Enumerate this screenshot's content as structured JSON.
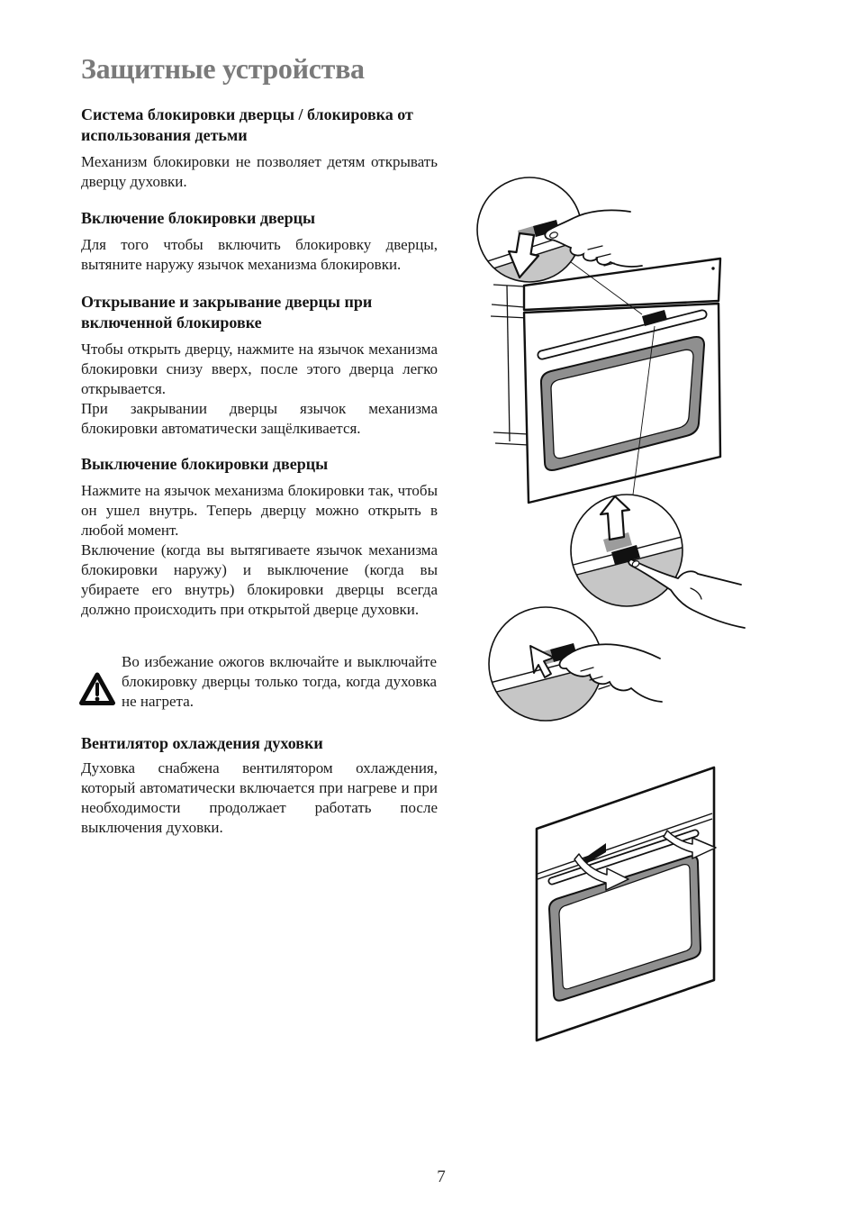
{
  "page": {
    "title": "Защитные устройства",
    "page_number": "7"
  },
  "colors": {
    "title_gray": "#7a7a7a",
    "body_text": "#1b1b1b",
    "illustration_shade": "#c6c6c6",
    "window_frame_gray": "#8f8f8f"
  },
  "icons": {
    "warning": "warning-triangle-icon"
  },
  "sections": [
    {
      "heading": "Система блокировки дверцы / блокировка от использования детьми",
      "paragraphs": [
        "Механизм блокировки не позволяет детям открывать дверцу духовки."
      ]
    },
    {
      "heading": "Включение блокировки дверцы",
      "paragraphs": [
        "Для того чтобы включить блокировку дверцы, вытяните наружу язычок механизма блокировки."
      ]
    },
    {
      "heading": "Открывание и закрывание дверцы при включенной блокировке",
      "paragraphs": [
        "Чтобы открыть дверцу, нажмите на язычок механизма блокировки снизу вверх, после этого дверца легко открывается.",
        "При закрывании дверцы язычок механизма блокировки автоматически защёлкивается."
      ]
    },
    {
      "heading": "Выключение блокировки дверцы",
      "paragraphs": [
        "Нажмите на язычок механизма блокировки так, чтобы он ушел внутрь. Теперь дверцу можно открыть в любой момент.",
        "Включение (когда вы вытягиваете язычок механизма блокировки наружу) и выключение (когда вы убираете его внутрь) блокировки дверцы всегда должно происходить при открытой дверце духовки."
      ]
    },
    {
      "heading": "Вентилятор охлаждения духовки",
      "paragraphs": [
        "Духовка снабжена вентилятором охлаждения, который автоматически включается при нагреве и при необходимости продолжает работать после выключения духовки."
      ]
    }
  ],
  "warning": {
    "text": "Во избежание ожогов включайте и выключайте блокировку дверцы только тогда, когда духовка не нагрета."
  }
}
